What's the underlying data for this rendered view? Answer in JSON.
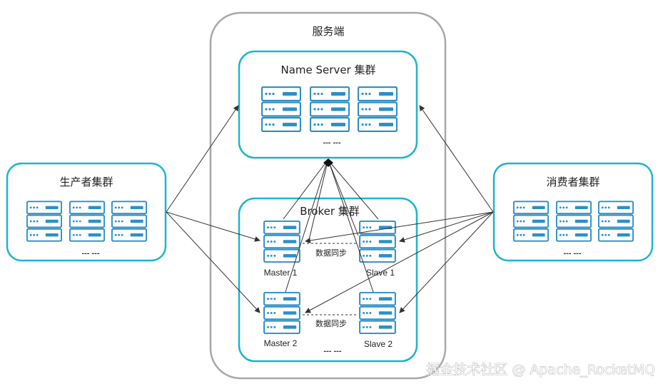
{
  "server_side": {
    "title": "服务端"
  },
  "nameserver_cluster": {
    "title": "Name Server 集群",
    "ellipsis": "--- ---"
  },
  "broker_cluster": {
    "title": "Broker 集群",
    "ellipsis": "--- ---",
    "nodes": {
      "master1": "Master 1",
      "slave1": "Slave 1",
      "master2": "Master 2",
      "slave2": "Slave 2"
    },
    "sync_label_1": "数据同步",
    "sync_label_2": "数据同步"
  },
  "producer_cluster": {
    "title": "生产者集群",
    "ellipsis": "--- ---"
  },
  "consumer_cluster": {
    "title": "消费者集群",
    "ellipsis": "--- ---"
  },
  "watermark": "掘金技术社区 @ Apache_RocketMQ",
  "colors": {
    "cluster_border": "#1eb4cc",
    "server_border": "#a8a8a8",
    "server_icon": "#2d8fc7",
    "server_icon_bg": "#ffffff",
    "arrow": "#333333"
  },
  "icons": {
    "server": "server-rack-icon"
  }
}
